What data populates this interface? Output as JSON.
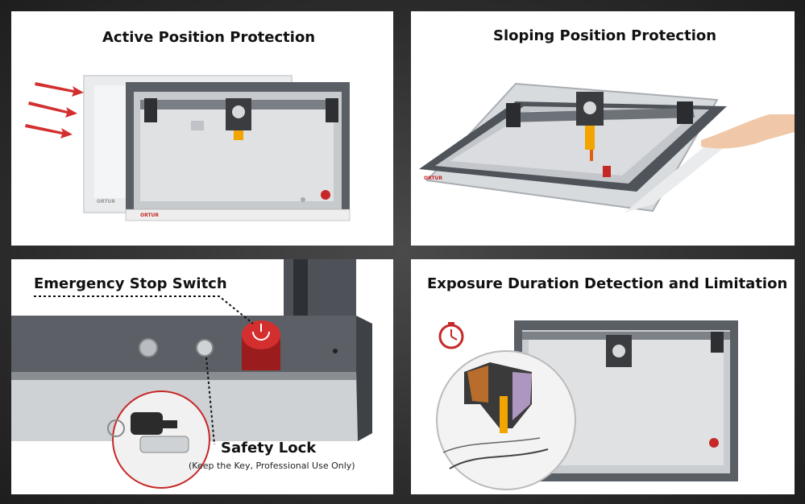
{
  "panels": [
    {
      "title": "Active Position Protection"
    },
    {
      "title": "Sloping Position Protection"
    },
    {
      "title": "",
      "callouts": {
        "emergency": "Emergency Stop Switch",
        "safety": "Safety Lock",
        "safety_note": "(Keep the Key, Professional Use Only)"
      }
    },
    {
      "title": "Exposure Duration Detection and Limitation"
    }
  ],
  "brand": "ORTUR",
  "colors": {
    "accent_red": "#d32f2f",
    "frame_gray": "#555a60",
    "rail_silver": "#c9ccd0"
  }
}
